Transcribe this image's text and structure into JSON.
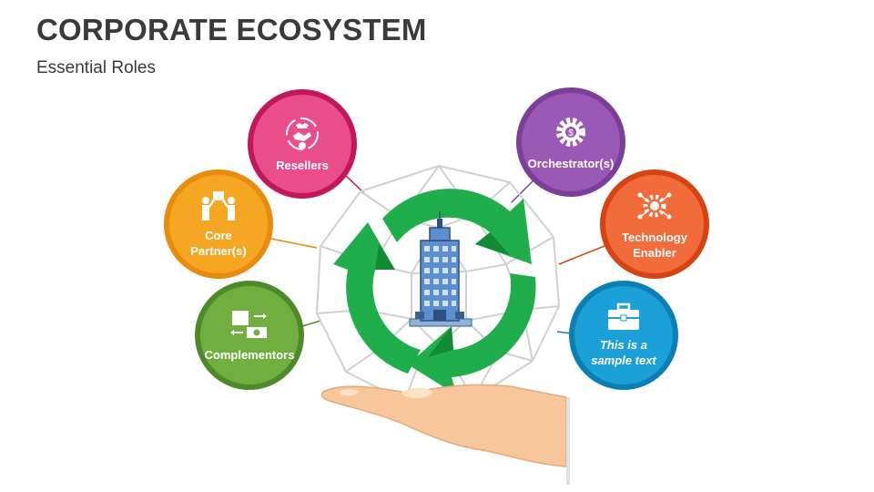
{
  "header": {
    "title": "CORPORATE ECOSYSTEM",
    "subtitle": "Essential Roles"
  },
  "roles": [
    {
      "key": "resellers",
      "label": "Resellers",
      "color": "#e94e8a",
      "ring": "#c2185b",
      "icon": "handshake-money-icon"
    },
    {
      "key": "core-partners",
      "label": "Core\nPartner(s)",
      "color": "#f5a623",
      "ring": "#e98b0c",
      "icon": "puzzle-people-icon"
    },
    {
      "key": "complementors",
      "label": "Complementors",
      "color": "#6fae3f",
      "ring": "#4f8a2a",
      "icon": "exchange-icon"
    },
    {
      "key": "orchestrators",
      "label": "Orchestrator(s)",
      "color": "#9b59b6",
      "ring": "#7b3f99",
      "icon": "gear-icon"
    },
    {
      "key": "technology-enabler",
      "label": "Technology\nEnabler",
      "color": "#f26b3a",
      "ring": "#d64414",
      "icon": "tech-gear-icon"
    },
    {
      "key": "sample",
      "label": "This is a\nsample text",
      "color": "#1ba0d8",
      "ring": "#0b7fb3",
      "icon": "briefcase-icon"
    }
  ],
  "colors": {
    "arrows": "#1fae4b",
    "arrows_dark": "#138a36",
    "mesh": "#d0d0d0",
    "skin": "#f7c79b"
  }
}
